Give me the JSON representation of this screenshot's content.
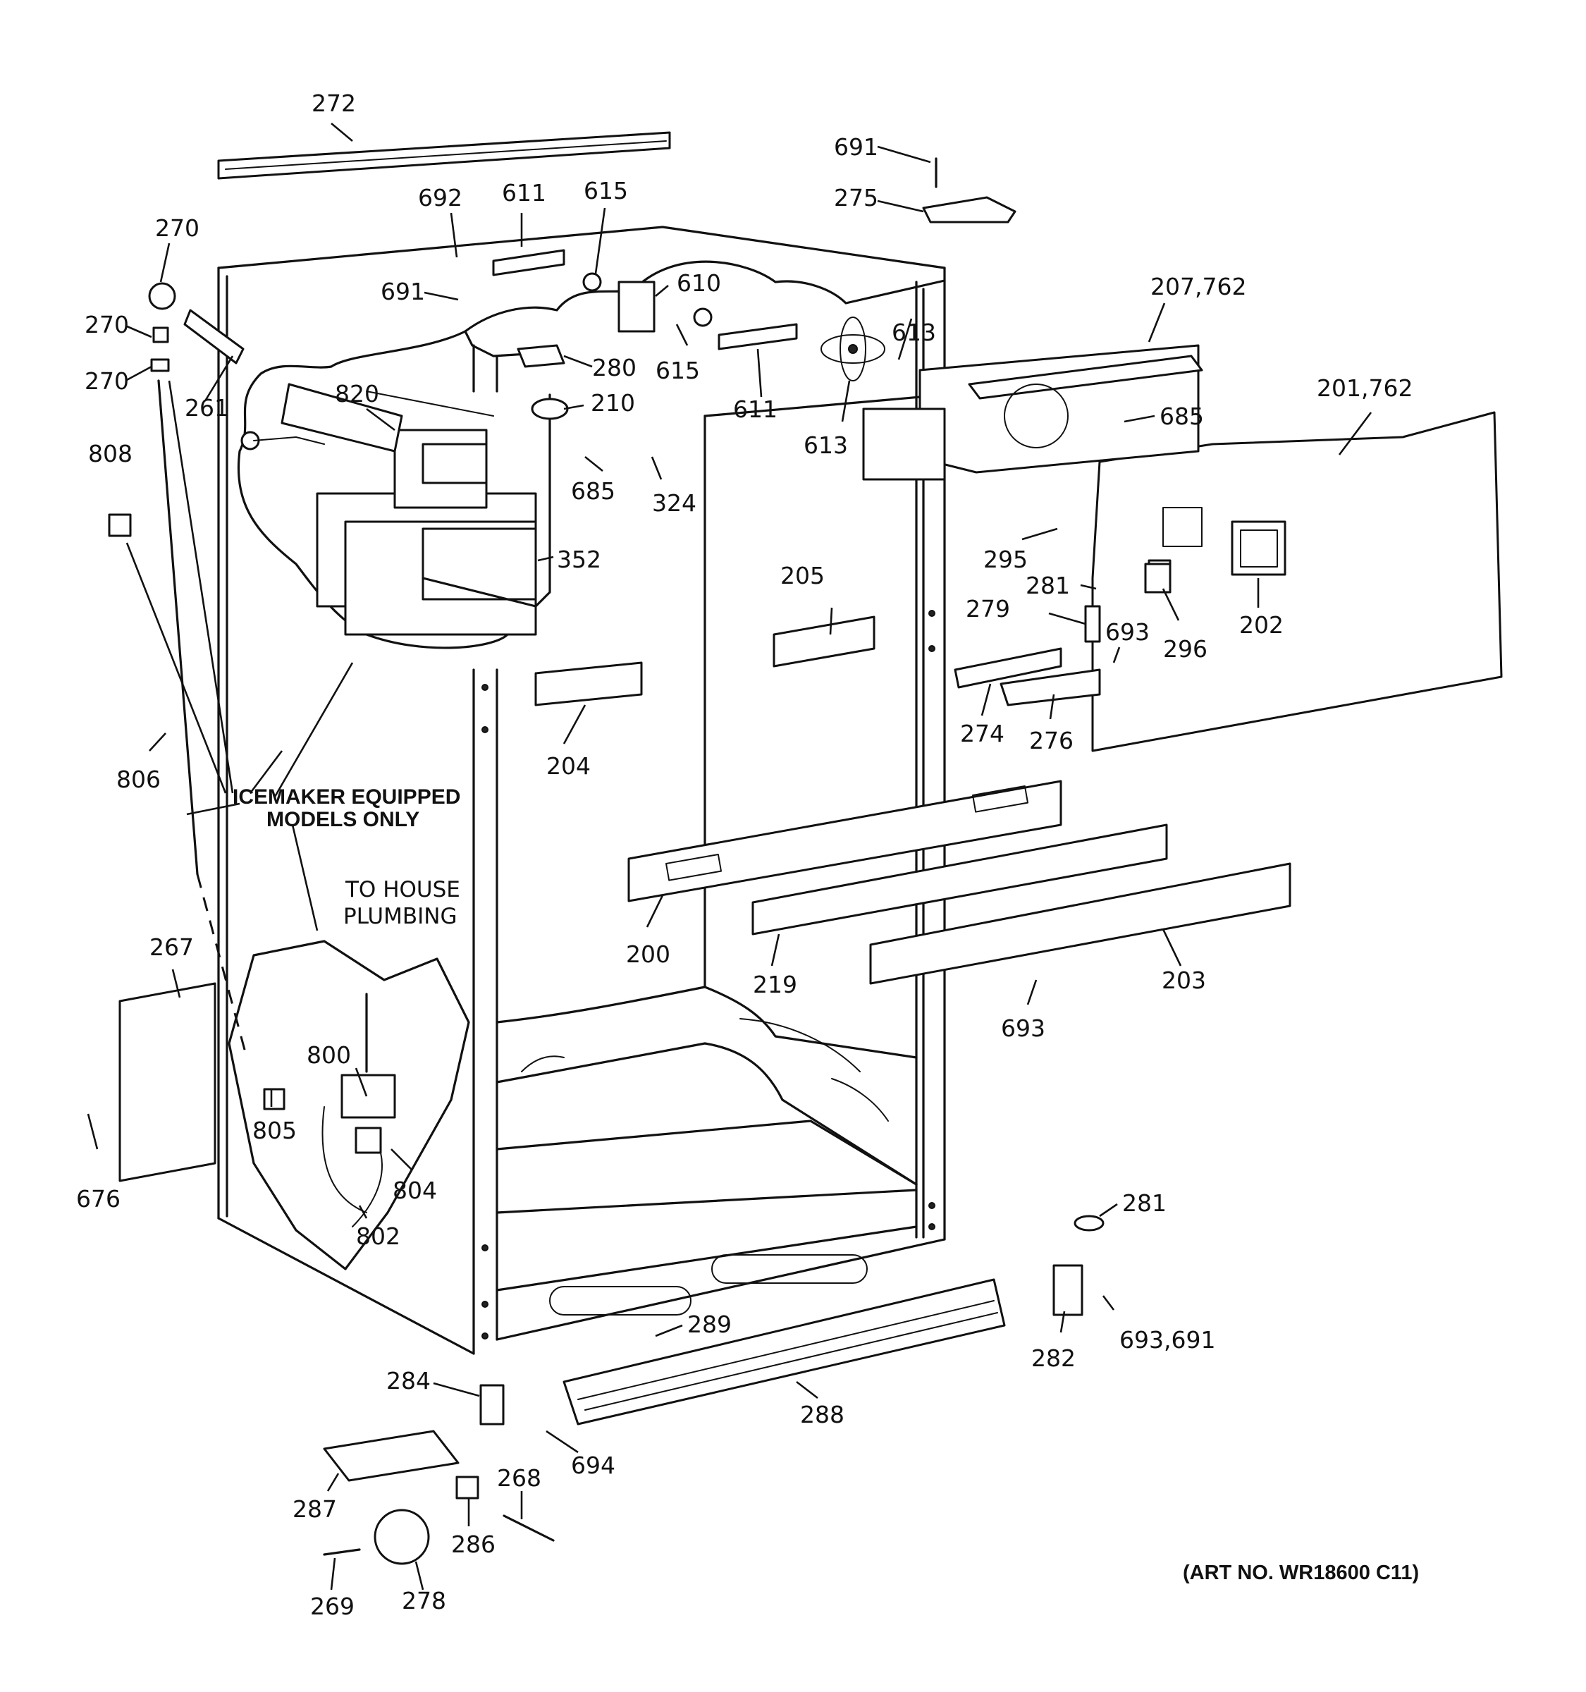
{
  "labels": {
    "p272": "272",
    "p691a": "691",
    "p275": "275",
    "p692": "692",
    "p611a": "611",
    "p615a": "615",
    "p270a": "270",
    "p270b": "270",
    "p270c": "270",
    "p691b": "691",
    "p610": "610",
    "p207": "207,762",
    "p613a": "613",
    "p261": "261",
    "p820": "820",
    "p280": "280",
    "p615b": "615",
    "p611b": "611",
    "p613b": "613",
    "p685a": "685",
    "p201": "201,762",
    "p210": "210",
    "p808": "808",
    "p685b": "685",
    "p324": "324",
    "p352": "352",
    "p295": "295",
    "p205": "205",
    "p281a": "281",
    "p202": "202",
    "p279": "279",
    "p693a": "693",
    "p296": "296",
    "p274": "274",
    "p276": "276",
    "p204": "204",
    "p806": "806",
    "p200": "200",
    "p219": "219",
    "p203": "203",
    "p267": "267",
    "p693b": "693",
    "p800": "800",
    "p676": "676",
    "p805": "805",
    "p804": "804",
    "p802": "802",
    "p281b": "281",
    "p282": "282",
    "p693c": "693,691",
    "p289": "289",
    "p284": "284",
    "p288": "288",
    "p694": "694",
    "p268": "268",
    "p287": "287",
    "p286": "286",
    "p269": "269",
    "p278": "278"
  },
  "notes": {
    "icemaker_line1": "ICEMAKER EQUIPPED",
    "icemaker_line2": "MODELS ONLY",
    "plumbing_line1": "TO HOUSE",
    "plumbing_line2": "PLUMBING"
  },
  "art_number": "(ART NO. WR18600 C11)"
}
